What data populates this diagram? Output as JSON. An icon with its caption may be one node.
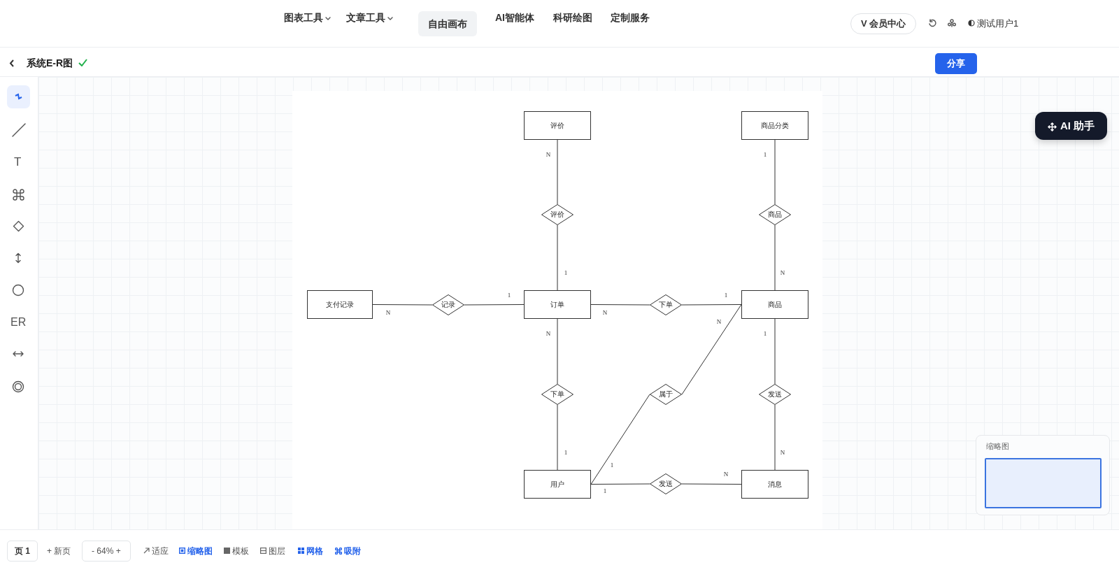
{
  "diagram": {
    "title": "系统E-R图",
    "nodes": [
      {
        "text": [
          "评价"
        ]
      },
      {
        "text": [
          "商品分类"
        ]
      },
      {
        "text": [
          "评价"
        ]
      },
      {
        "text": [
          "商品"
        ]
      },
      {
        "text": [
          "支付记录"
        ]
      },
      {
        "text": [
          "记录"
        ]
      },
      {
        "text": [
          "订单"
        ]
      },
      {
        "text": [
          "下单"
        ]
      },
      {
        "text": [
          "商品"
        ]
      },
      {
        "text": [
          "下单"
        ]
      },
      {
        "text": [
          "属于"
        ]
      },
      {
        "text": [
          "发送"
        ]
      },
      {
        "text": [
          "用户"
        ]
      },
      {
        "text": [
          "发送"
        ]
      },
      {
        "text": [
          "消息"
        ]
      }
    ],
    "edges": [
      {
        "from": 0,
        "to": 2,
        "arrow": "none",
        "label": "N"
      },
      {
        "from": 2,
        "to": 6,
        "arrow": "none",
        "label": "1"
      },
      {
        "from": 1,
        "to": 3,
        "arrow": "none",
        "label": "1"
      },
      {
        "from": 3,
        "to": 8,
        "arrow": "none",
        "label": "N"
      },
      {
        "from": 4,
        "to": 5,
        "arrow": "none",
        "label": "N"
      },
      {
        "from": 5,
        "to": 6,
        "arrow": "none",
        "label": "1"
      },
      {
        "from": 6,
        "to": 7,
        "arrow": "none",
        "label": "N"
      },
      {
        "from": 7,
        "to": 8,
        "arrow": "none",
        "label": "1"
      },
      {
        "from": 6,
        "to": 9,
        "arrow": "none",
        "label": "N"
      },
      {
        "from": 9,
        "to": 12,
        "arrow": "none",
        "label": "1"
      },
      {
        "from": 10,
        "to": 8,
        "arrow": "none",
        "label": "N"
      },
      {
        "from": 12,
        "to": 10,
        "arrow": "none",
        "label": "1"
      },
      {
        "from": 8,
        "to": 11,
        "arrow": "none",
        "label": "1"
      },
      {
        "from": 11,
        "to": 14,
        "arrow": "none",
        "label": "N"
      },
      {
        "from": 12,
        "to": 13,
        "arrow": "none",
        "label": "1"
      },
      {
        "from": 13,
        "to": 14,
        "arrow": "none",
        "label": "N"
      }
    ],
    "labels": [
      "图表工具",
      "文章工具",
      "自由画布",
      "AI智能体",
      "科研绘图",
      "定制服务",
      "V 会员中心",
      "测试用户1",
      "分享",
      "T",
      "ER",
      "AI 助手",
      "缩略图",
      "页 1",
      "+ 新页",
      "- 64% +",
      "适应",
      "缩略图",
      "模板",
      "图层",
      "网格",
      "吸附"
    ]
  }
}
